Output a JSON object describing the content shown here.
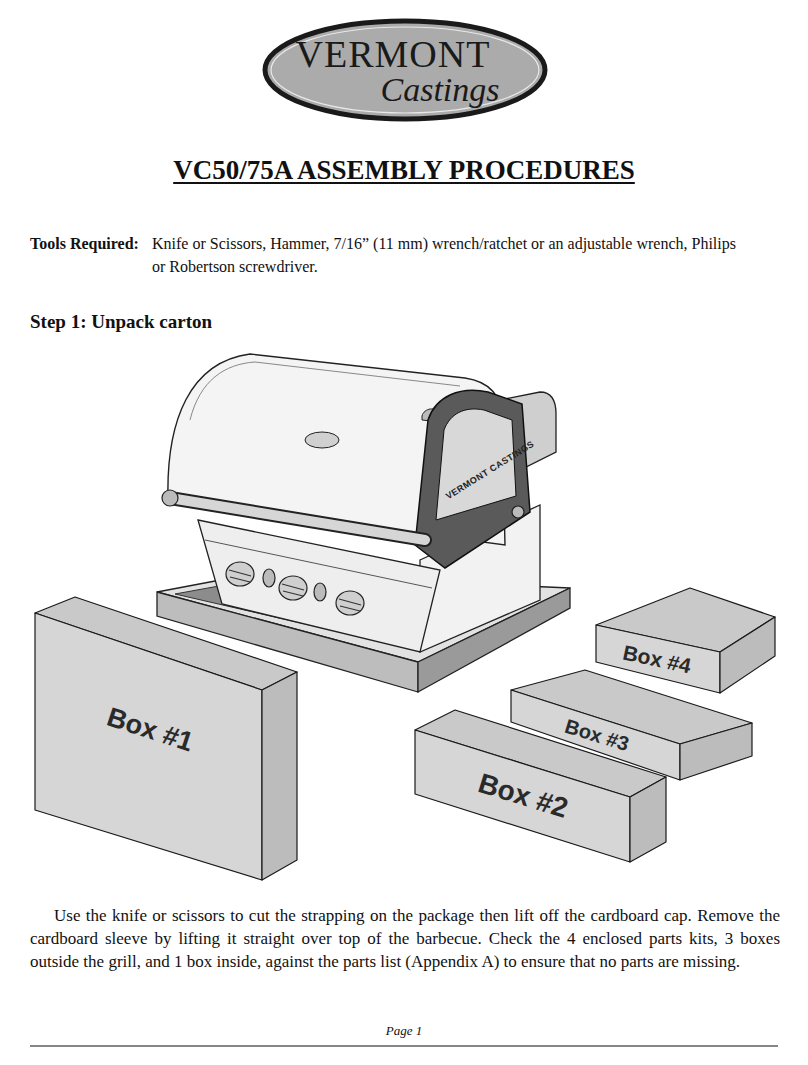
{
  "diagram": {
    "title": "VC50/75A ASSEMBLY PROCEDURES",
    "nodes": [
      {
        "text": [
          "VERMONT",
          "Castings"
        ]
      },
      {
        "text": [
          "Box #1"
        ]
      },
      {
        "text": [
          "Box #4"
        ]
      },
      {
        "text": [
          "Box #3"
        ]
      },
      {
        "text": [
          "Box #2"
        ]
      }
    ],
    "labels": [
      "Tools Required:",
      "Knife or Scissors, Hammer, 7/16” (11 mm) wrench/ratchet or an adjustable wrench, Philips or Robertson screwdriver.",
      "Step 1: Unpack carton",
      "VERMONT CASTINGS",
      "Use the knife or scissors to cut the strapping on the package then lift off the cardboard cap. Remove the cardboard sleeve by lifting it straight over top of the barbecue. Check the 4 enclosed parts kits, 3 boxes outside the grill, and 1 box inside, against the parts list (Appendix A) to ensure that no parts are missing.",
      "Page 1"
    ]
  }
}
